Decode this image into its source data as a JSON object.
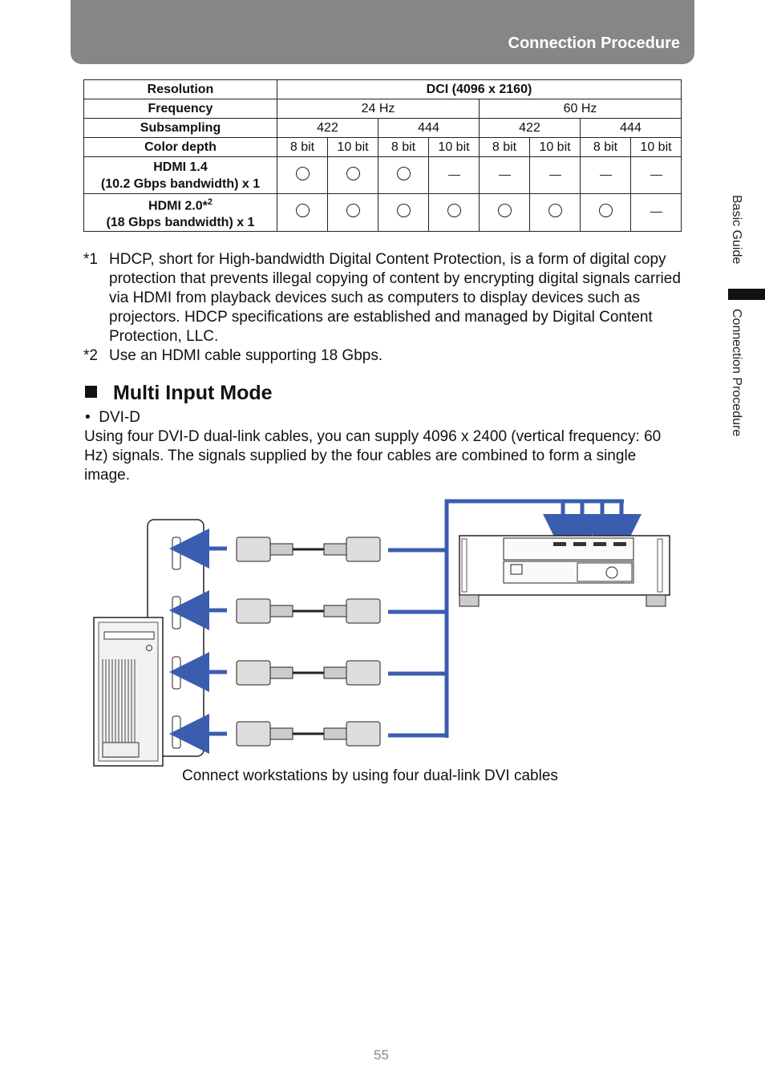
{
  "header": {
    "title": "Connection Procedure"
  },
  "side_nav": {
    "item1": "Basic Guide",
    "item2": "Connection Procedure"
  },
  "table": {
    "resolution_label": "Resolution",
    "resolution_value": "DCI (4096 x 2160)",
    "frequency_label": "Frequency",
    "freq_24": "24 Hz",
    "freq_60": "60 Hz",
    "subsampling_label": "Subsampling",
    "subsampling": [
      "422",
      "444",
      "422",
      "444"
    ],
    "color_depth_label": "Color depth",
    "depths": [
      "8 bit",
      "10 bit",
      "8 bit",
      "10 bit",
      "8 bit",
      "10 bit",
      "8 bit",
      "10 bit"
    ],
    "hdmi14_line1": "HDMI 1.4",
    "hdmi14_line2": "(10.2 Gbps bandwidth) x 1",
    "hdmi14_support": [
      "yes",
      "yes",
      "yes",
      "no",
      "no",
      "no",
      "no",
      "no"
    ],
    "hdmi20_line1": "HDMI 2.0*",
    "hdmi20_sup": "2",
    "hdmi20_line2": "(18 Gbps bandwidth) x 1",
    "hdmi20_support": [
      "yes",
      "yes",
      "yes",
      "yes",
      "yes",
      "yes",
      "yes",
      "no"
    ]
  },
  "notes": [
    {
      "mark": "*1",
      "text": "HDCP, short for High-bandwidth Digital Content Protection, is a form of digital copy protection that prevents illegal copying of content by encrypting digital signals carried via HDMI from playback devices such as computers to display devices such as projectors. HDCP specifications are established and managed by Digital Content Protection, LLC."
    },
    {
      "mark": "*2",
      "text": "Use an HDMI cable supporting 18 Gbps."
    }
  ],
  "section": {
    "title": "Multi Input Mode"
  },
  "bullet": {
    "text": "DVI-D"
  },
  "paragraph": "Using four DVI-D dual-link cables, you can supply 4096 x 2400 (vertical frequency: 60 Hz) signals. The signals supplied by the four cables are combined to form a single image.",
  "diagram": {
    "caption": "Connect workstations by using four dual-link DVI cables",
    "line_color": "#3b5db0"
  },
  "page_number": "55"
}
